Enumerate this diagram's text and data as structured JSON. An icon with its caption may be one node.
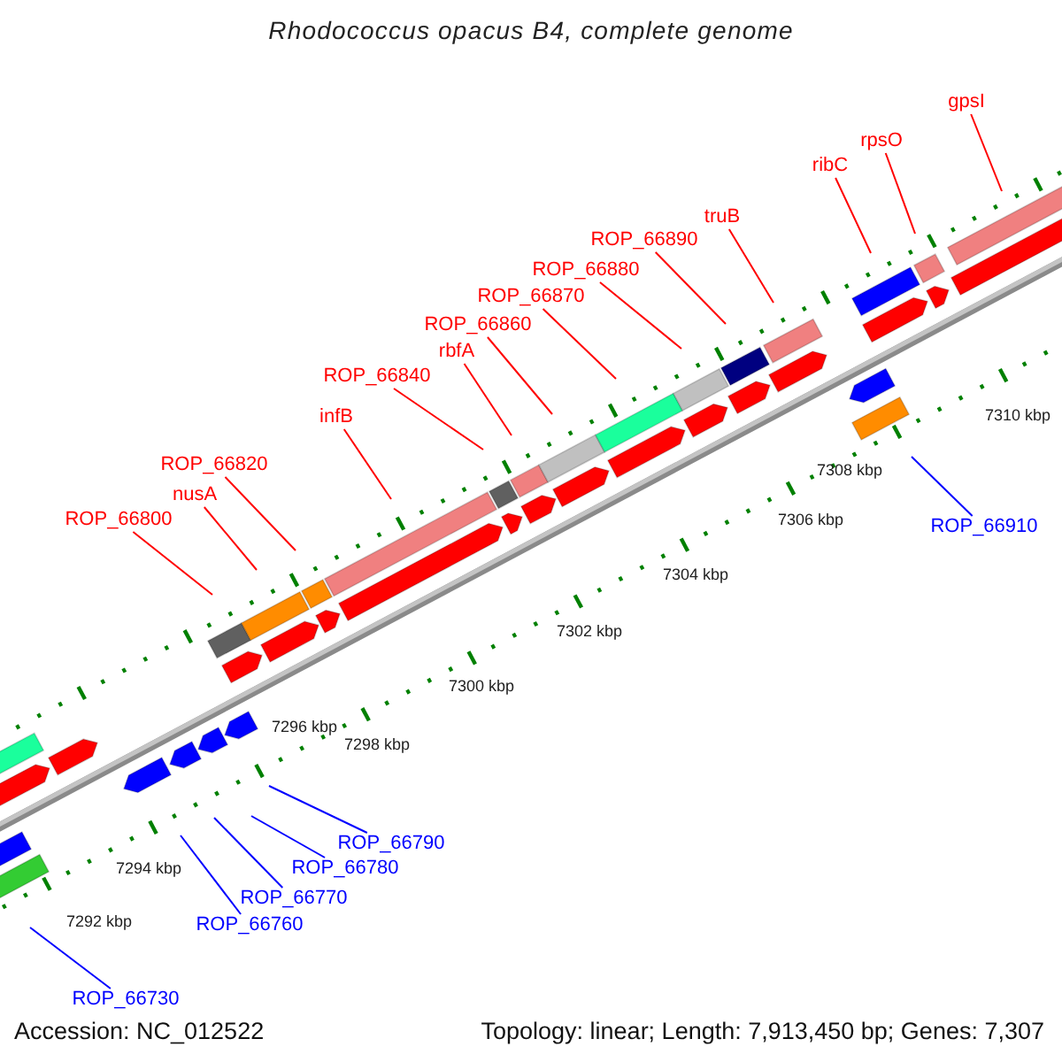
{
  "diagram": {
    "title": "Rhodococcus opacus B4, complete genome",
    "nodes": [
      {
        "text": [
          "gpsI"
        ]
      },
      {
        "text": [
          "rpsO"
        ]
      },
      {
        "text": [
          "ribC"
        ]
      },
      {
        "text": [
          "truB"
        ]
      },
      {
        "text": [
          "ROP_66890"
        ]
      },
      {
        "text": [
          "ROP_66880"
        ]
      },
      {
        "text": [
          "ROP_66870"
        ]
      },
      {
        "text": [
          "ROP_66860"
        ]
      },
      {
        "text": [
          "rbfA"
        ]
      },
      {
        "text": [
          "ROP_66840"
        ]
      },
      {
        "text": [
          "infB"
        ]
      },
      {
        "text": [
          "ROP_66820"
        ]
      },
      {
        "text": [
          "nusA"
        ]
      },
      {
        "text": [
          "ROP_66800"
        ]
      },
      {
        "text": [
          "ROP_66910"
        ]
      },
      {
        "text": [
          "ROP_66790"
        ]
      },
      {
        "text": [
          "ROP_66780"
        ]
      },
      {
        "text": [
          "ROP_66770"
        ]
      },
      {
        "text": [
          "ROP_66760"
        ]
      },
      {
        "text": [
          "ROP_66730"
        ]
      }
    ],
    "edges": [
      {
        "from": 0,
        "to": null,
        "arrow": "none"
      },
      {
        "from": 1,
        "to": null,
        "arrow": "none"
      },
      {
        "from": 2,
        "to": null,
        "arrow": "none"
      },
      {
        "from": 3,
        "to": null,
        "arrow": "none"
      },
      {
        "from": 4,
        "to": null,
        "arrow": "none"
      },
      {
        "from": 5,
        "to": null,
        "arrow": "none"
      },
      {
        "from": 6,
        "to": null,
        "arrow": "none"
      },
      {
        "from": 7,
        "to": null,
        "arrow": "none"
      },
      {
        "from": 8,
        "to": null,
        "arrow": "none"
      },
      {
        "from": 9,
        "to": null,
        "arrow": "none"
      },
      {
        "from": 10,
        "to": null,
        "arrow": "none"
      },
      {
        "from": 11,
        "to": null,
        "arrow": "none"
      },
      {
        "from": 12,
        "to": null,
        "arrow": "none"
      },
      {
        "from": 13,
        "to": null,
        "arrow": "none"
      },
      {
        "from": 14,
        "to": null,
        "arrow": "none",
        "color": "#0000ff"
      },
      {
        "from": 15,
        "to": null,
        "arrow": "none",
        "color": "#0000ff"
      },
      {
        "from": 16,
        "to": null,
        "arrow": "none",
        "color": "#0000ff"
      },
      {
        "from": 17,
        "to": null,
        "arrow": "none",
        "color": "#0000ff"
      },
      {
        "from": 18,
        "to": null,
        "arrow": "none",
        "color": "#0000ff"
      },
      {
        "from": 19,
        "to": null,
        "arrow": "none",
        "color": "#0000ff"
      }
    ],
    "labels": [
      "7310 kbp",
      "7308 kbp",
      "7306 kbp",
      "7304 kbp",
      "7302 kbp",
      "7300 kbp",
      "7298 kbp",
      "7296 kbp",
      "7294 kbp",
      "7292 kbp",
      "Accession: NC_012522",
      "Topology: linear; Length: 7,913,450 bp; Genes: 7,307"
    ]
  }
}
